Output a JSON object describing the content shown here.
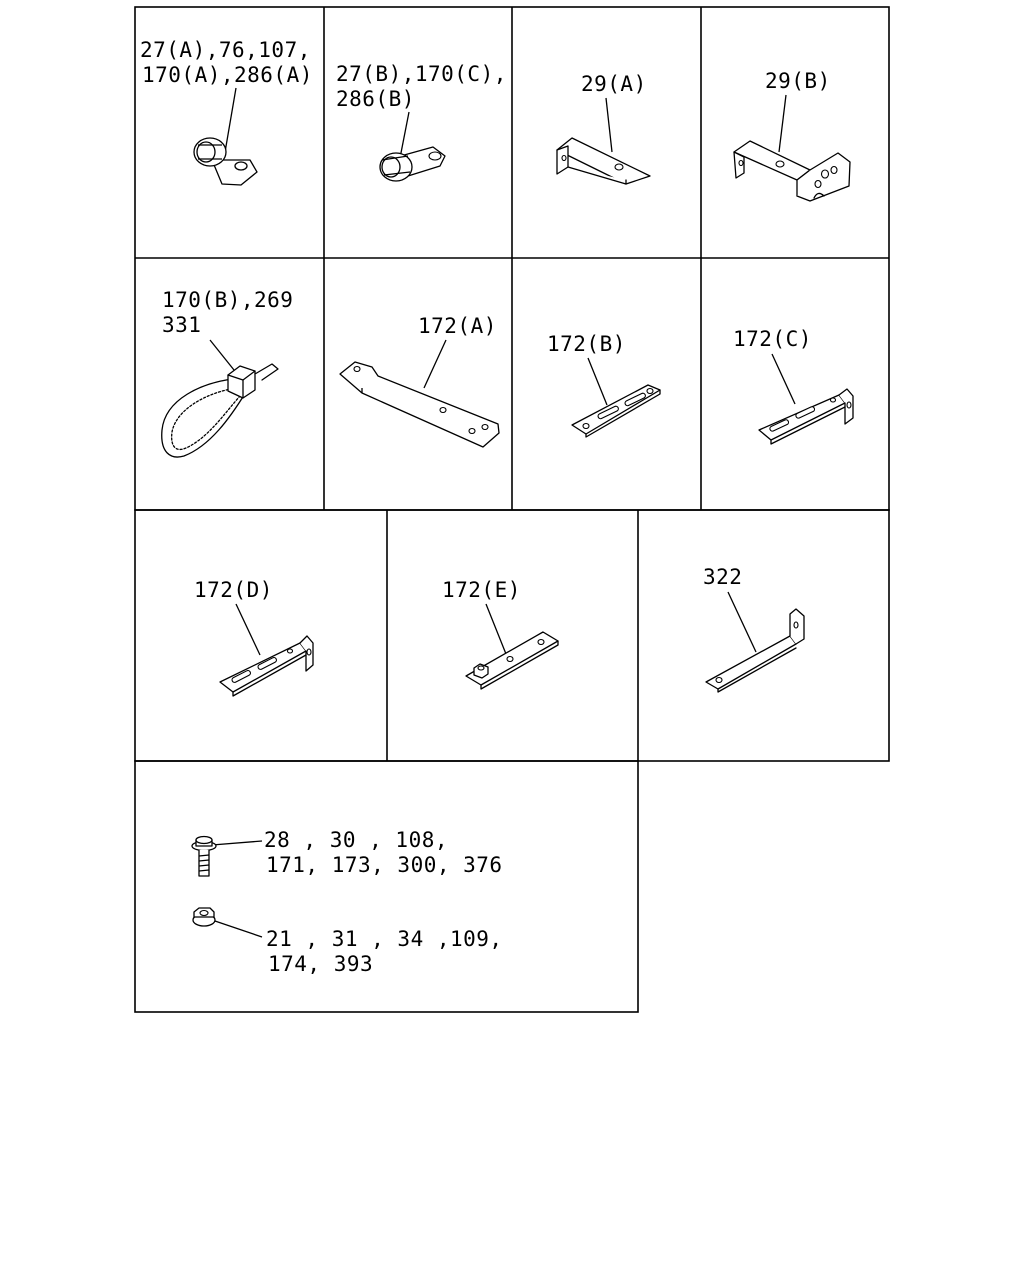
{
  "cells": [
    {
      "id": "clip-a",
      "lines": [
        "27(A),76,107,",
        "170(A),286(A)"
      ]
    },
    {
      "id": "clip-b",
      "lines": [
        "27(B),170(C),",
        "286(B)"
      ]
    },
    {
      "id": "bracket-29a",
      "lines": [
        "29(A)"
      ]
    },
    {
      "id": "bracket-29b",
      "lines": [
        "29(B)"
      ]
    },
    {
      "id": "cable-tie",
      "lines": [
        "170(B),269",
        "331"
      ]
    },
    {
      "id": "plate-172a",
      "lines": [
        "172(A)"
      ]
    },
    {
      "id": "plate-172b",
      "lines": [
        "172(B)"
      ]
    },
    {
      "id": "bracket-172c",
      "lines": [
        "172(C)"
      ]
    },
    {
      "id": "bracket-172d",
      "lines": [
        "172(D)"
      ]
    },
    {
      "id": "plate-172e",
      "lines": [
        "172(E)"
      ]
    },
    {
      "id": "bracket-322",
      "lines": [
        "322"
      ]
    },
    {
      "id": "fasteners",
      "bolt_lines": [
        "28 , 30 , 108,",
        "171, 173, 300, 376"
      ],
      "nut_lines": [
        "21 , 31 , 34 ,109,",
        "174, 393"
      ]
    }
  ]
}
